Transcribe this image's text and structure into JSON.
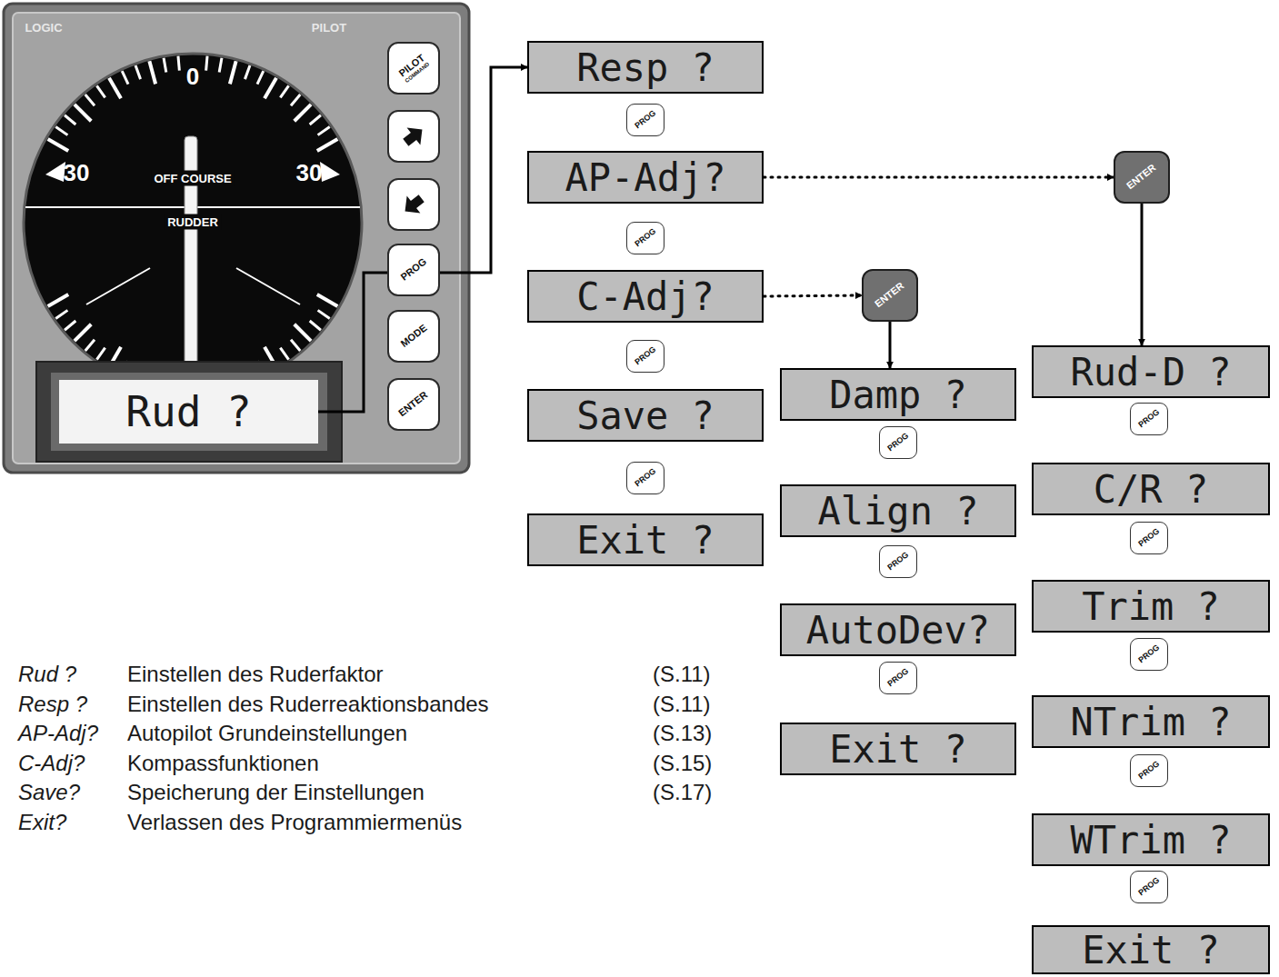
{
  "diagram": {
    "nodes": [
      {
        "text": [
          "Rud ?"
        ]
      },
      {
        "text": [
          "Resp ?"
        ]
      },
      {
        "text": [
          "AP-Adj?"
        ]
      },
      {
        "text": [
          "C-Adj?"
        ]
      },
      {
        "text": [
          "Save ?"
        ]
      },
      {
        "text": [
          "Exit ?"
        ]
      },
      {
        "text": [
          "ENTER"
        ]
      },
      {
        "text": [
          "Damp ?"
        ]
      },
      {
        "text": [
          "Align ?"
        ]
      },
      {
        "text": [
          "AutoDev?"
        ]
      },
      {
        "text": [
          "Exit ?"
        ]
      },
      {
        "text": [
          "ENTER"
        ]
      },
      {
        "text": [
          "Rud-D ?"
        ]
      },
      {
        "text": [
          "C/R ?"
        ]
      },
      {
        "text": [
          "Trim ?"
        ]
      },
      {
        "text": [
          "NTrim ?"
        ]
      },
      {
        "text": [
          "WTrim ?"
        ]
      },
      {
        "text": [
          "Exit ?"
        ]
      }
    ],
    "edges": [
      {
        "from": 0,
        "to": 1,
        "arrow": "to"
      },
      {
        "from": 2,
        "to": 11,
        "arrow": "to"
      },
      {
        "from": 11,
        "to": 12,
        "arrow": "to"
      },
      {
        "from": 3,
        "to": 6,
        "arrow": "to"
      },
      {
        "from": 6,
        "to": 7,
        "arrow": "to"
      }
    ],
    "labels": [
      "LOGIC",
      "PILOT",
      "0",
      "30",
      "30",
      "OFF COURSE",
      "RUDDER",
      "PILOT",
      "COMMAND",
      "PROG",
      "MODE",
      "ENTER",
      "PROG",
      "PROG",
      "PROG",
      "PROG",
      "PROG",
      "PROG",
      "PROG",
      "PROG",
      "PROG",
      "PROG",
      "PROG",
      "PROG",
      "Rud ?",
      "Einstellen des Ruderfaktor",
      "(S.11)",
      "Resp ?",
      "Einstellen des Ruderreaktionsbandes",
      "(S.11)",
      "AP-Adj?",
      "Autopilot Grundeinstellungen",
      "(S.13)",
      "C-Adj?",
      "Kompassfunktionen",
      "(S.15)",
      "Save?",
      "Speicherung der Einstellungen",
      "(S.17)",
      "Exit?",
      "Verlassen des Programmiermenüs"
    ]
  }
}
